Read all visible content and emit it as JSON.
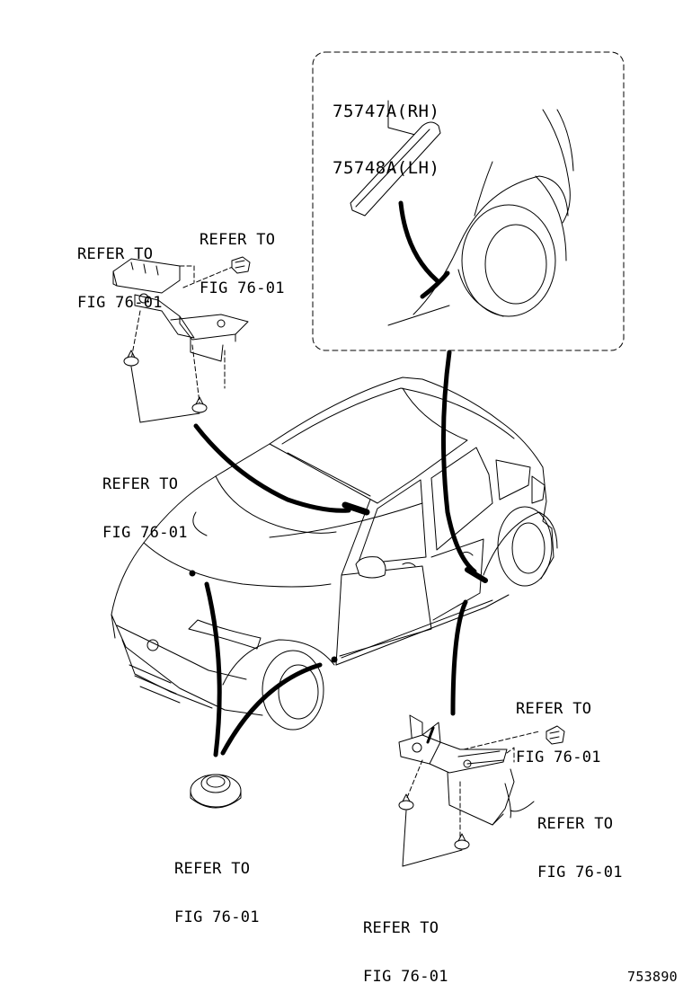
{
  "callouts": [
    {
      "line1": "REFER TO",
      "line2": "FIG 76-01"
    },
    {
      "line1": "REFER TO",
      "line2": "FIG 76-01"
    },
    {
      "line1": "REFER TO",
      "line2": "FIG 76-01"
    },
    {
      "line1": "REFER TO",
      "line2": "FIG 76-01"
    },
    {
      "line1": "REFER TO",
      "line2": "FIG 76-01"
    },
    {
      "line1": "REFER TO",
      "line2": "FIG 76-01"
    },
    {
      "line1": "REFER TO",
      "line2": "FIG 76-01"
    }
  ],
  "detail": {
    "part_rh": "75747A(RH)",
    "part_lh": "75748A(LH)"
  },
  "figure_id": "753890"
}
